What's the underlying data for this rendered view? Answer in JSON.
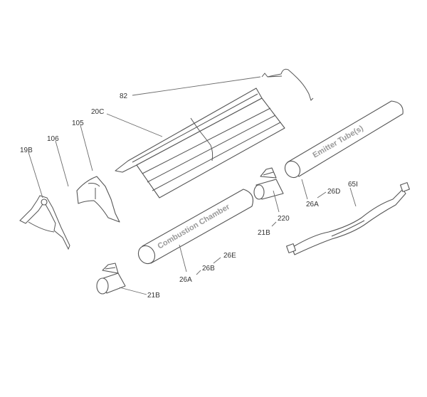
{
  "callouts": {
    "c82": "82",
    "c20c": "20C",
    "c105": "105",
    "c106": "106",
    "c19b": "19B",
    "c26d": "26D",
    "c26a_right": "26A",
    "c65i": "65I",
    "c220": "220",
    "c21b_mid": "21B",
    "c26e": "26E",
    "c26b": "26B",
    "c26a_left": "26A",
    "c21b_bottom": "21B"
  },
  "parts": {
    "emitter_tube_text": "Emitter Tube(s)",
    "combustion_chamber_text": "Combustion Chamber"
  }
}
